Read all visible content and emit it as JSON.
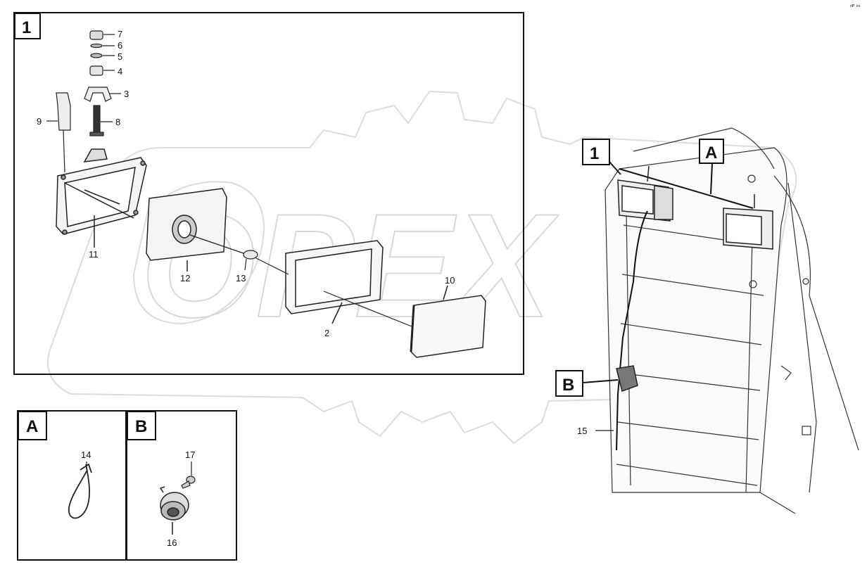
{
  "boxes": {
    "main": "1",
    "detail_a": "A",
    "detail_b": "B",
    "right_1": "1",
    "right_a": "A",
    "right_b": "B"
  },
  "parts": {
    "p2": "2",
    "p3": "3",
    "p4": "4",
    "p5": "5",
    "p6": "6",
    "p7": "7",
    "p8": "8",
    "p9": "9",
    "p10": "10",
    "p11": "11",
    "p12": "12",
    "p13": "13",
    "p14": "14",
    "p15": "15",
    "p16": "16",
    "p17": "17"
  },
  "watermark": "OPEX",
  "corner_mark": "ᵒᴾ ᵉˣ"
}
